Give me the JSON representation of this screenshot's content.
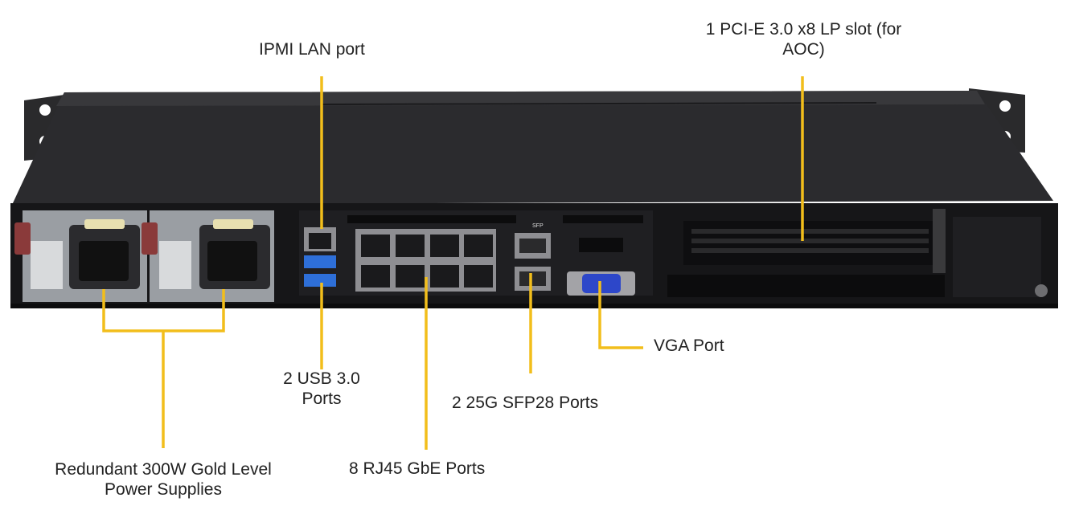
{
  "colors": {
    "leader": "#f2be1b",
    "chassis": "#1d1d1f",
    "panel": "#151517",
    "text": "#222222"
  },
  "callouts": {
    "ipmi": {
      "text": "IPMI  LAN port"
    },
    "pcie": {
      "line1": "1 PCI-E 3.0 x8 LP slot (for",
      "line2": "AOC)"
    },
    "vga": {
      "text": "VGA Port"
    },
    "usb": {
      "line1": "2 USB 3.0",
      "line2": "Ports"
    },
    "sfp": {
      "text": "2 25G  SFP28 Ports"
    },
    "rj45": {
      "text": "8 RJ45  GbE Ports"
    },
    "psu": {
      "line1": "Redundant  300W Gold Level",
      "line2": "Power Supplies"
    }
  },
  "device": {
    "sfp_label": "SFP",
    "psu_count": 2,
    "rj45_count": 8,
    "usb_count": 2,
    "sfp_count": 2
  }
}
